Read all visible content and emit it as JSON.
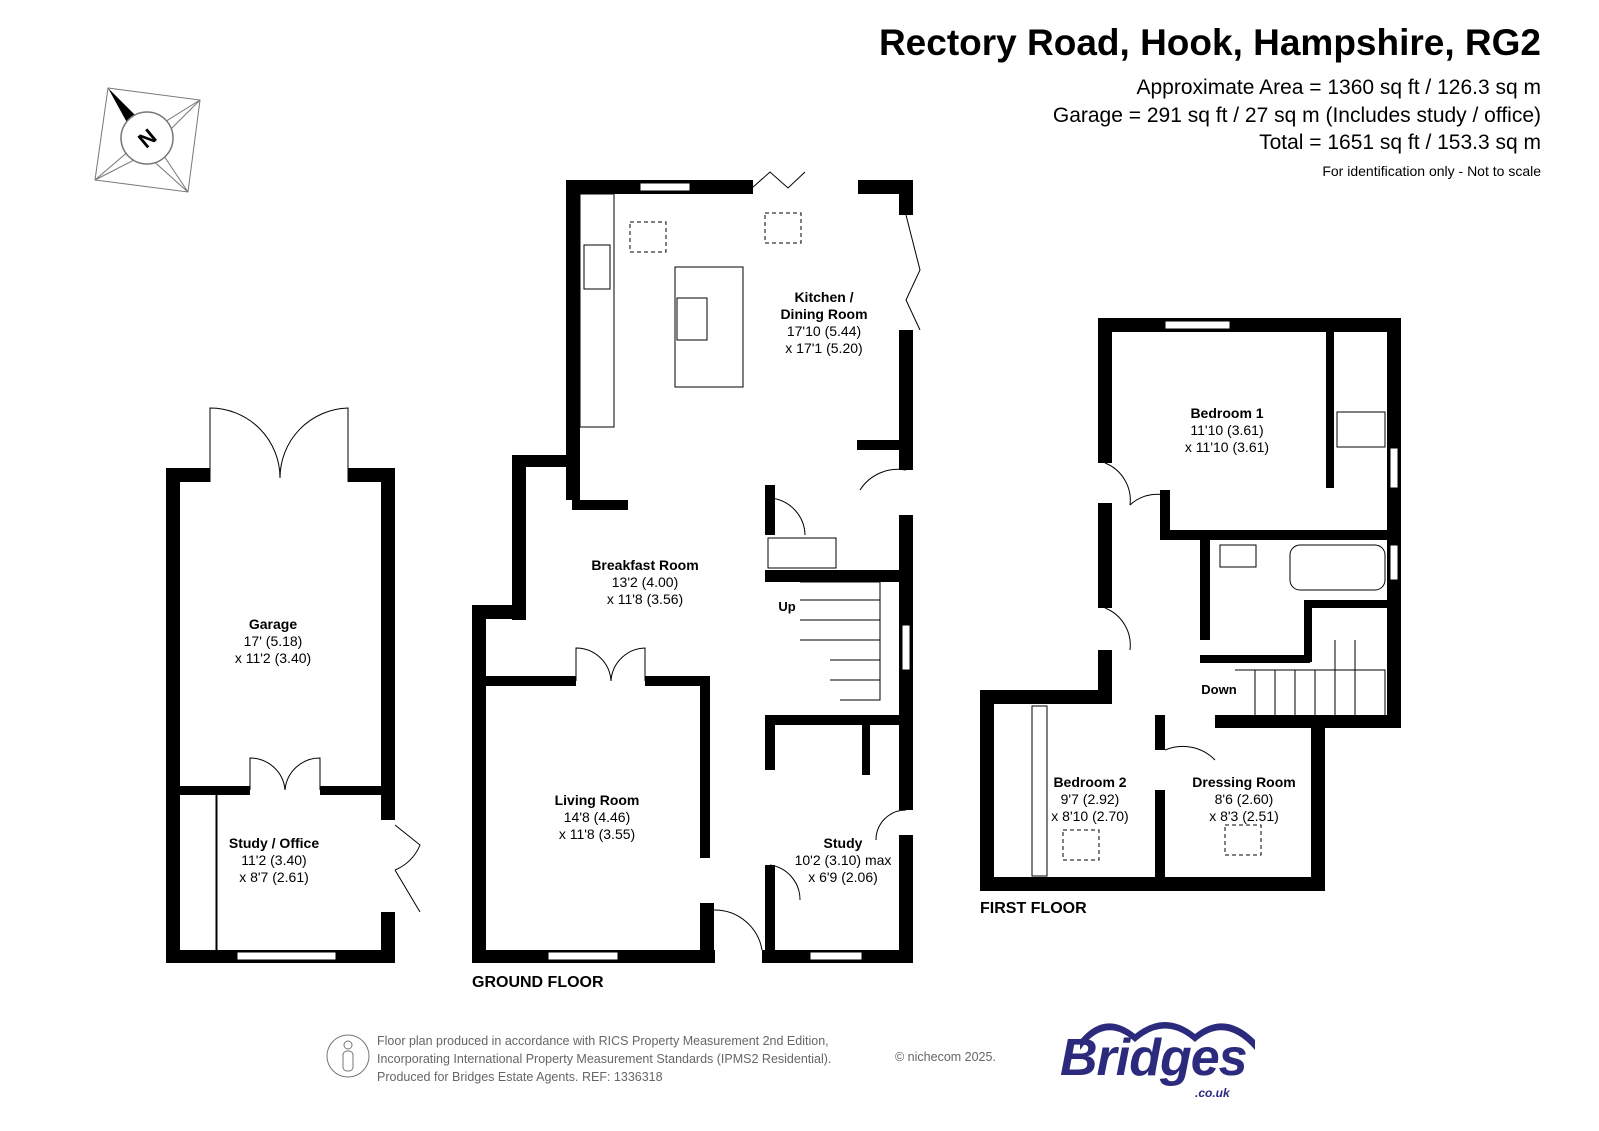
{
  "header": {
    "title": "Rectory Road, Hook, Hampshire, RG2",
    "approx_area": "Approximate Area = 1360 sq ft / 126.3 sq m",
    "garage_area": "Garage = 291 sq ft / 27 sq m (Includes study / office)",
    "total_area": "Total = 1651 sq ft / 153.3 sq m",
    "note": "For identification only - Not to scale"
  },
  "compass": {
    "label": "N"
  },
  "rooms": {
    "garage": {
      "name": "Garage",
      "dim1": "17' (5.18)",
      "dim2": "x 11'2 (3.40)"
    },
    "study_office": {
      "name": "Study / Office",
      "dim1": "11'2 (3.40)",
      "dim2": "x 8'7 (2.61)"
    },
    "kitchen": {
      "name1": "Kitchen /",
      "name2": "Dining Room",
      "dim1": "17'10 (5.44)",
      "dim2": "x 17'1 (5.20)"
    },
    "breakfast": {
      "name": "Breakfast Room",
      "dim1": "13'2 (4.00)",
      "dim2": "x 11'8 (3.56)"
    },
    "living": {
      "name": "Living Room",
      "dim1": "14'8 (4.46)",
      "dim2": "x 11'8 (3.55)"
    },
    "study": {
      "name": "Study",
      "dim1": "10'2 (3.10) max",
      "dim2": "x 6'9 (2.06)"
    },
    "bedroom1": {
      "name": "Bedroom 1",
      "dim1": "11'10 (3.61)",
      "dim2": "x 11'10 (3.61)"
    },
    "bedroom2": {
      "name": "Bedroom 2",
      "dim1": "9'7 (2.92)",
      "dim2": "x 8'10 (2.70)"
    },
    "dressing": {
      "name": "Dressing Room",
      "dim1": "8'6 (2.60)",
      "dim2": "x 8'3 (2.51)"
    }
  },
  "stairs": {
    "up": "Up",
    "down": "Down"
  },
  "floors": {
    "ground": "GROUND FLOOR",
    "first": "FIRST FLOOR"
  },
  "footer": {
    "line1": "Floor plan produced in accordance with RICS Property Measurement 2nd Edition,",
    "line2": "Incorporating International Property Measurement Standards (IPMS2 Residential).",
    "line3": "Produced for Bridges Estate Agents.   REF: 1336318",
    "copyright": "© nichecom 2025."
  },
  "logo": {
    "word": "Bridges",
    "domain": ".co.uk"
  },
  "colors": {
    "wall": "#000000",
    "brand": "#2b2a7c"
  }
}
